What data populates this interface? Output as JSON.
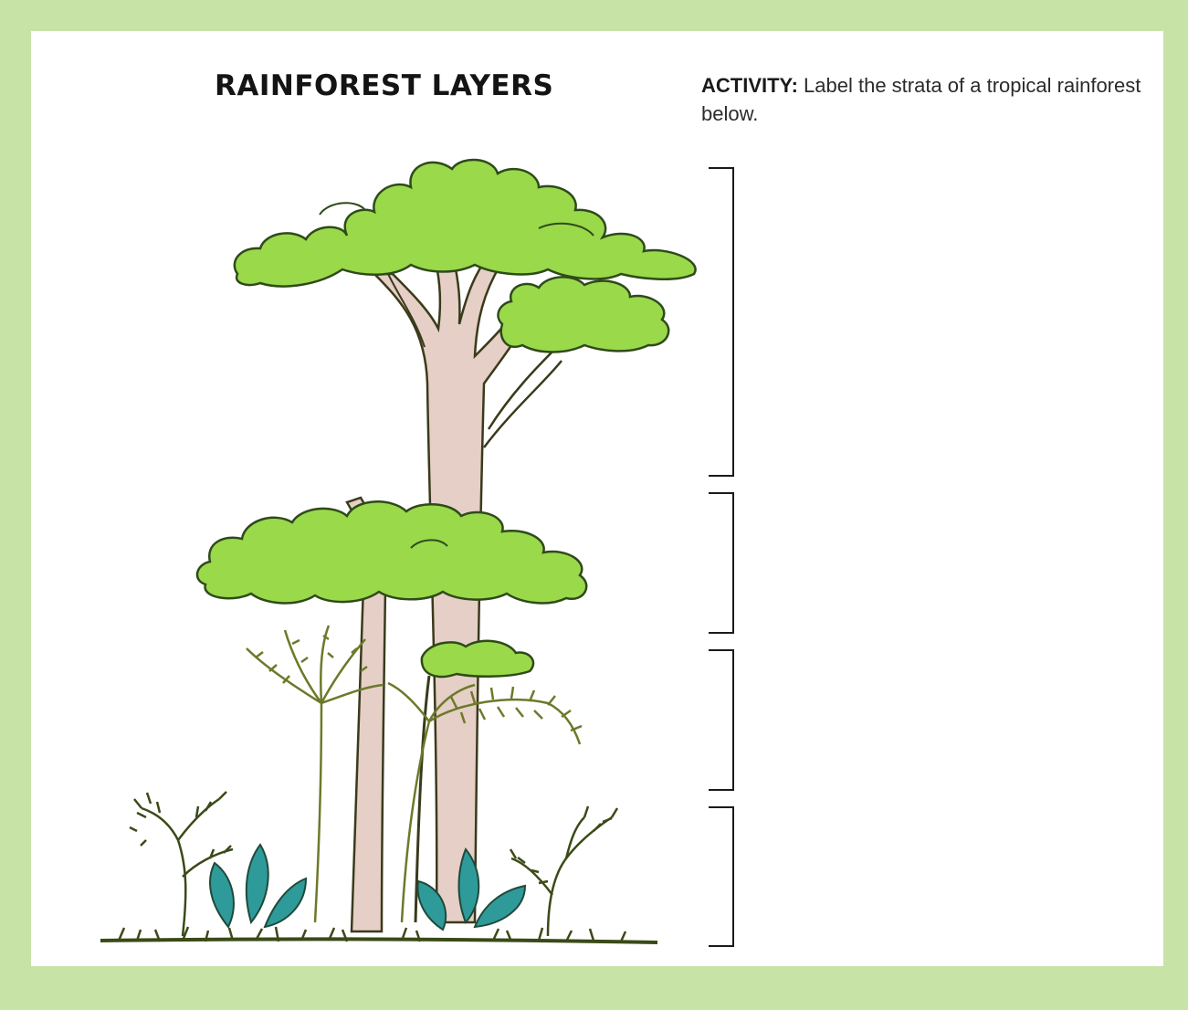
{
  "worksheet": {
    "title": "RAINFOREST LAYERS",
    "activity_label": "ACTIVITY:",
    "activity_text": " Label the strata of a tropical rainforest below."
  },
  "colors": {
    "border": "#c8e3a6",
    "canopy_green": "#9ad94a",
    "canopy_outline": "#2f4a1a",
    "trunk_pink": "#e6cfc6",
    "leaf_teal": "#2f9a9a",
    "fern_olive": "#6b7a2a"
  },
  "layers": {
    "count": 4,
    "answer_brackets": [
      "",
      "",
      "",
      ""
    ]
  }
}
